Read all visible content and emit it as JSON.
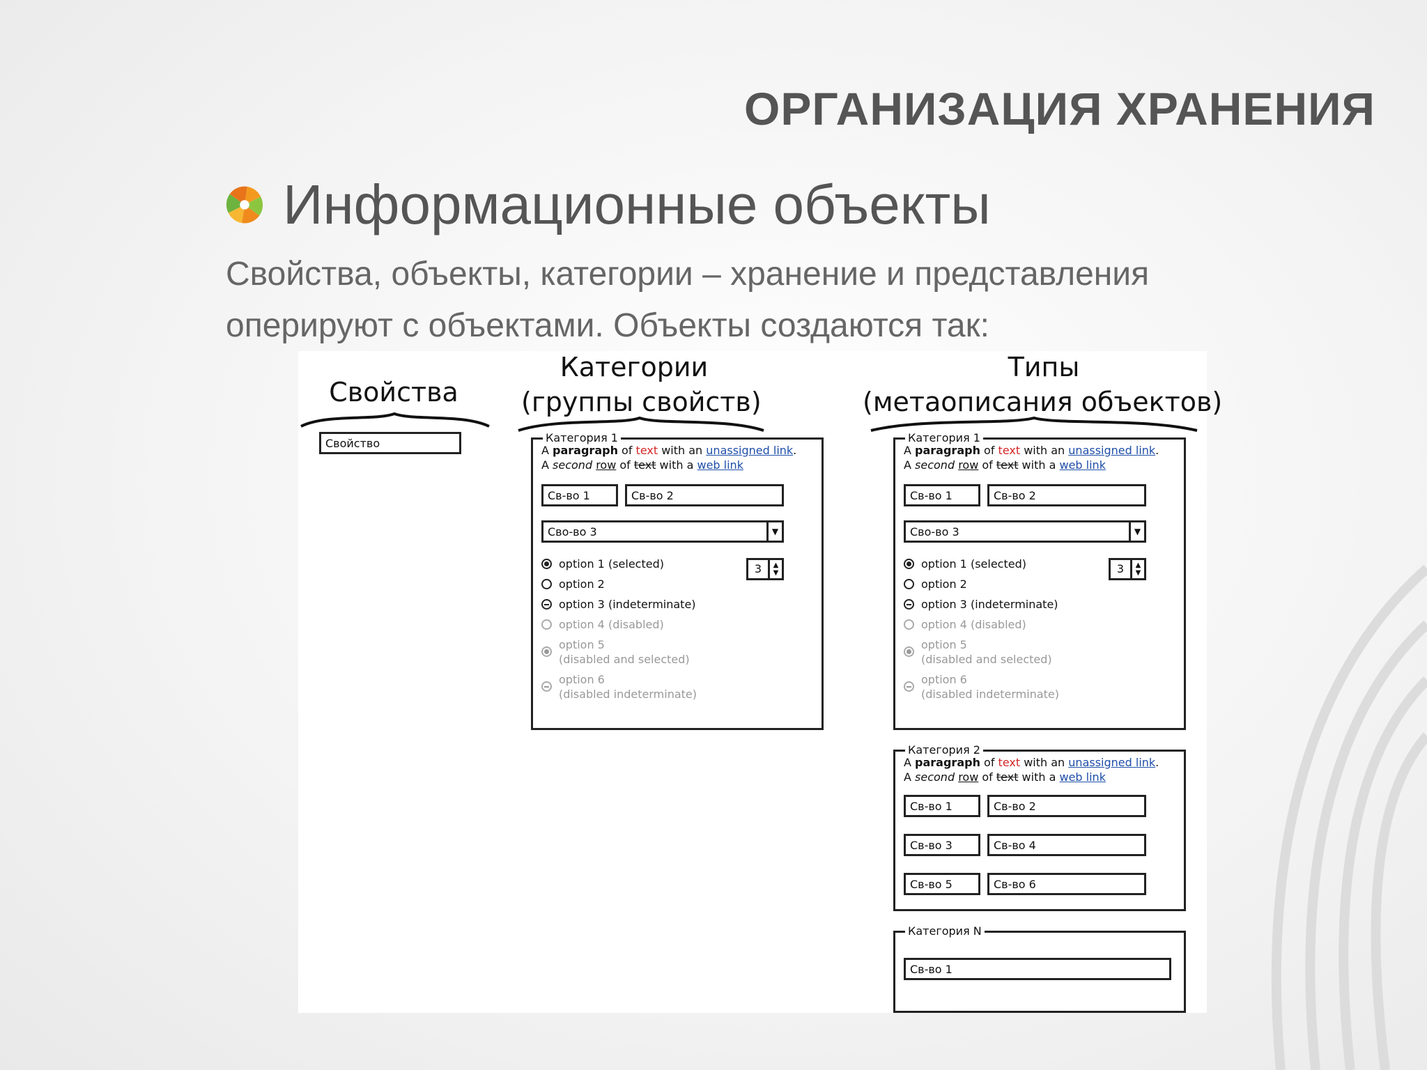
{
  "slide": {
    "title": "ОРГАНИЗАЦИЯ  ХРАНЕНИЯ",
    "bullet_heading": "Информационные объекты",
    "body_lines": [
      "Свойства, объекты, категории – хранение и представления",
      "оперируют с объектами. Объекты создаются так:"
    ],
    "bullet_icon": "orange-green-pinwheel-icon"
  },
  "mockup": {
    "columns": {
      "properties": {
        "title": "Свойства"
      },
      "categories": {
        "title_line1": "Категории",
        "title_line2": "(группы свойств)"
      },
      "types": {
        "title_line1": "Типы",
        "title_line2": "(метаописания объектов)"
      }
    },
    "property_field": "Свойство",
    "category_form": {
      "legend": "Категория 1",
      "para_line1": {
        "a": "A ",
        "b": "paragraph",
        "c": " of ",
        "red": "text",
        "d": " with an ",
        "link": "unassigned link",
        "e": "."
      },
      "para_line2": {
        "a": "A ",
        "i": "second",
        "sp": " ",
        "ul": "row",
        "c": " of ",
        "strike": "text",
        "d": " with a ",
        "link": "web link"
      },
      "field1": "Св-во 1",
      "field2": "Св-во 2",
      "select": "Сво-во 3",
      "stepper_value": "3",
      "options": [
        {
          "line1": "option 1 (selected)",
          "line2": ""
        },
        {
          "line1": "option 2",
          "line2": ""
        },
        {
          "line1": "option 3 (indeterminate)",
          "line2": ""
        },
        {
          "line1": "option 4 (disabled)",
          "line2": ""
        },
        {
          "line1": "option 5",
          "line2": "(disabled and selected)"
        },
        {
          "line1": "option 6",
          "line2": "(disabled indeterminate)"
        }
      ]
    },
    "category2": {
      "legend": "Категория 2",
      "fields": [
        "Св-во 1",
        "Св-во 2",
        "Св-во 3",
        "Св-во 4",
        "Св-во 5",
        "Св-во 6"
      ]
    },
    "categoryN": {
      "legend": "Категория N",
      "field": "Св-во 1"
    }
  }
}
